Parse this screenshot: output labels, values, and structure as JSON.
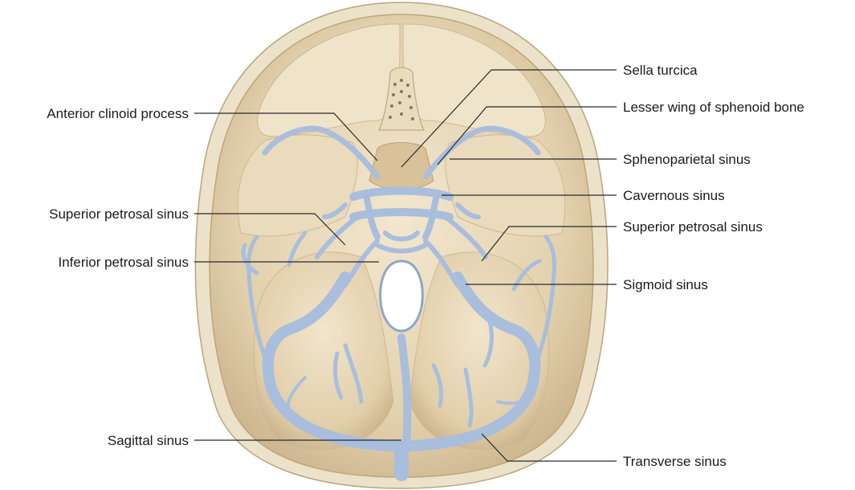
{
  "labels": {
    "sella_turcica": "Sella turcica",
    "anterior_clinoid_process": "Anterior clinoid process",
    "lesser_wing": "Lesser wing of sphenoid bone",
    "sphenoparietal_sinus": "Sphenoparietal sinus",
    "cavernous_sinus": "Cavernous sinus",
    "superior_petrosal_sinus_left": "Superior petrosal sinus",
    "superior_petrosal_sinus_right": "Superior petrosal sinus",
    "inferior_petrosal_sinus": "Inferior petrosal sinus",
    "sigmoid_sinus": "Sigmoid sinus",
    "sagittal_sinus": "Sagittal sinus",
    "transverse_sinus": "Transverse sinus"
  },
  "colors": {
    "bone_rim": "#ece1c8",
    "bone_fill": "#e6d6b6",
    "bone_shadow": "#cdb893",
    "sinus_blue": "#a9bedc",
    "sinus_edge": "#8ea6c9",
    "leader_line": "#2a2a2a"
  }
}
